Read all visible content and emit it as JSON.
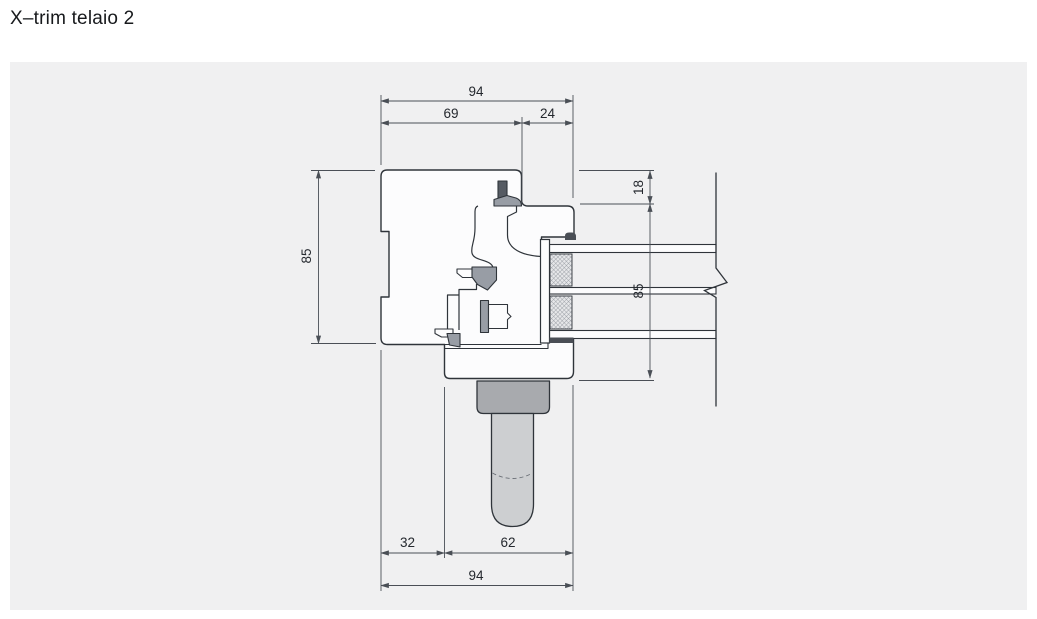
{
  "title": "X–trim telaio 2",
  "dimensions": {
    "top_total": "94",
    "top_frame": "69",
    "top_sash": "24",
    "left_height": "85",
    "right_inset": "18",
    "right_height": "85",
    "bottom_left": "32",
    "bottom_center": "62",
    "bottom_total": "94"
  },
  "theme": {
    "page-bg": "#ffffff",
    "panel-bg": "#f0f0f1",
    "line": "#2f343a",
    "dim-line": "#4a4f56",
    "text": "#24282e",
    "title": "#17191c",
    "profile-fill": "#fcfcfd",
    "hardware-gray": "#989da5",
    "handle-base": "#a8aaae",
    "handle-grip": "#cdcfd1",
    "gasket-dark": "#4a4e55"
  }
}
